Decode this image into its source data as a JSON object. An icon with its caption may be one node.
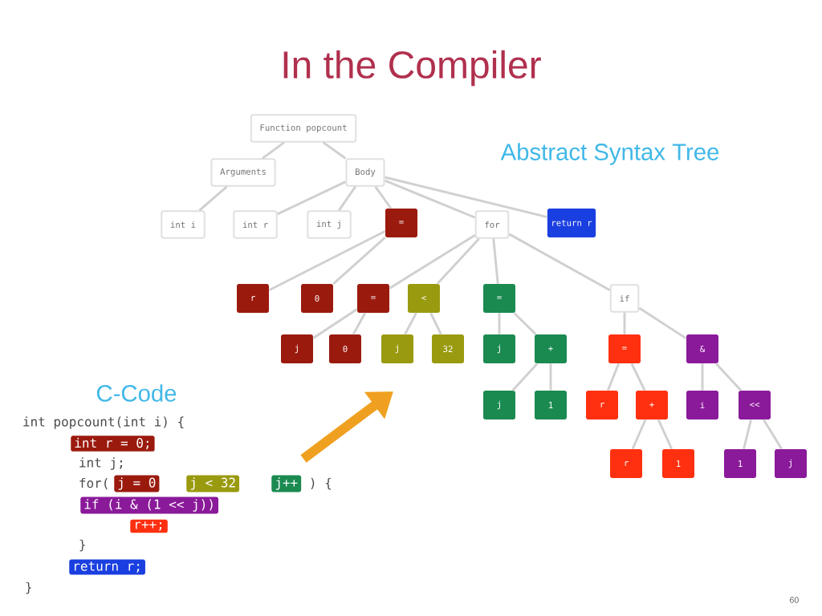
{
  "diagram": {
    "title": "In the Compiler",
    "nodes": [
      {
        "text": [
          "Function popcount"
        ]
      },
      {
        "text": [
          "Arguments"
        ]
      },
      {
        "text": [
          "Body"
        ]
      },
      {
        "text": [
          "int i"
        ]
      },
      {
        "text": [
          "int r"
        ]
      },
      {
        "text": [
          "int j"
        ]
      },
      {
        "text": [
          "="
        ]
      },
      {
        "text": [
          "for"
        ]
      },
      {
        "text": [
          "return r"
        ]
      },
      {
        "text": [
          "r"
        ]
      },
      {
        "text": [
          "0"
        ]
      },
      {
        "text": [
          "="
        ]
      },
      {
        "text": [
          "<"
        ]
      },
      {
        "text": [
          "="
        ]
      },
      {
        "text": [
          "if"
        ]
      },
      {
        "text": [
          "j"
        ]
      },
      {
        "text": [
          "0"
        ]
      },
      {
        "text": [
          "j"
        ]
      },
      {
        "text": [
          "32"
        ]
      },
      {
        "text": [
          "j"
        ]
      },
      {
        "text": [
          "+"
        ]
      },
      {
        "text": [
          "="
        ]
      },
      {
        "text": [
          "&"
        ]
      },
      {
        "text": [
          "j"
        ]
      },
      {
        "text": [
          "1"
        ]
      },
      {
        "text": [
          "r"
        ]
      },
      {
        "text": [
          "+"
        ]
      },
      {
        "text": [
          "i"
        ]
      },
      {
        "text": [
          "<<"
        ]
      },
      {
        "text": [
          "r"
        ]
      },
      {
        "text": [
          "1"
        ]
      },
      {
        "text": [
          "1"
        ]
      },
      {
        "text": [
          "j"
        ]
      }
    ],
    "edges": [
      {
        "from": 0,
        "to": 1,
        "arrow": "none"
      },
      {
        "from": 0,
        "to": 2,
        "arrow": "none"
      },
      {
        "from": 1,
        "to": 3,
        "arrow": "none"
      },
      {
        "from": 2,
        "to": 4,
        "arrow": "none"
      },
      {
        "from": 2,
        "to": 5,
        "arrow": "none"
      },
      {
        "from": 2,
        "to": 6,
        "arrow": "none"
      },
      {
        "from": 2,
        "to": 7,
        "arrow": "none"
      },
      {
        "from": 2,
        "to": 8,
        "arrow": "none"
      },
      {
        "from": 6,
        "to": 9,
        "arrow": "none"
      },
      {
        "from": 6,
        "to": 10,
        "arrow": "none"
      },
      {
        "from": 7,
        "to": 11,
        "arrow": "none"
      },
      {
        "from": 7,
        "to": 12,
        "arrow": "none"
      },
      {
        "from": 7,
        "to": 13,
        "arrow": "none"
      },
      {
        "from": 7,
        "to": 14,
        "arrow": "none"
      },
      {
        "from": 11,
        "to": 15,
        "arrow": "none"
      },
      {
        "from": 11,
        "to": 16,
        "arrow": "none"
      },
      {
        "from": 12,
        "to": 17,
        "arrow": "none"
      },
      {
        "from": 12,
        "to": 18,
        "arrow": "none"
      },
      {
        "from": 13,
        "to": 19,
        "arrow": "none"
      },
      {
        "from": 13,
        "to": 20,
        "arrow": "none"
      },
      {
        "from": 20,
        "to": 23,
        "arrow": "none"
      },
      {
        "from": 20,
        "to": 24,
        "arrow": "none"
      },
      {
        "from": 14,
        "to": 21,
        "arrow": "none"
      },
      {
        "from": 14,
        "to": 22,
        "arrow": "none"
      },
      {
        "from": 21,
        "to": 25,
        "arrow": "none"
      },
      {
        "from": 21,
        "to": 26,
        "arrow": "none"
      },
      {
        "from": 26,
        "to": 29,
        "arrow": "none"
      },
      {
        "from": 26,
        "to": 30,
        "arrow": "none"
      },
      {
        "from": 22,
        "to": 27,
        "arrow": "none"
      },
      {
        "from": 22,
        "to": 28,
        "arrow": "none"
      },
      {
        "from": 28,
        "to": 31,
        "arrow": "none"
      },
      {
        "from": 28,
        "to": 32,
        "arrow": "none"
      }
    ],
    "labels": [
      "Abstract Syntax Tree",
      "C-Code",
      "int popcount(int i) {",
      "int r = 0;",
      "int j;",
      "for(",
      "j = 0",
      "j < 32",
      "j++",
      ") {",
      "if (i & (1 << j))",
      "r++;",
      "}",
      "return r;",
      "}",
      "60"
    ]
  }
}
